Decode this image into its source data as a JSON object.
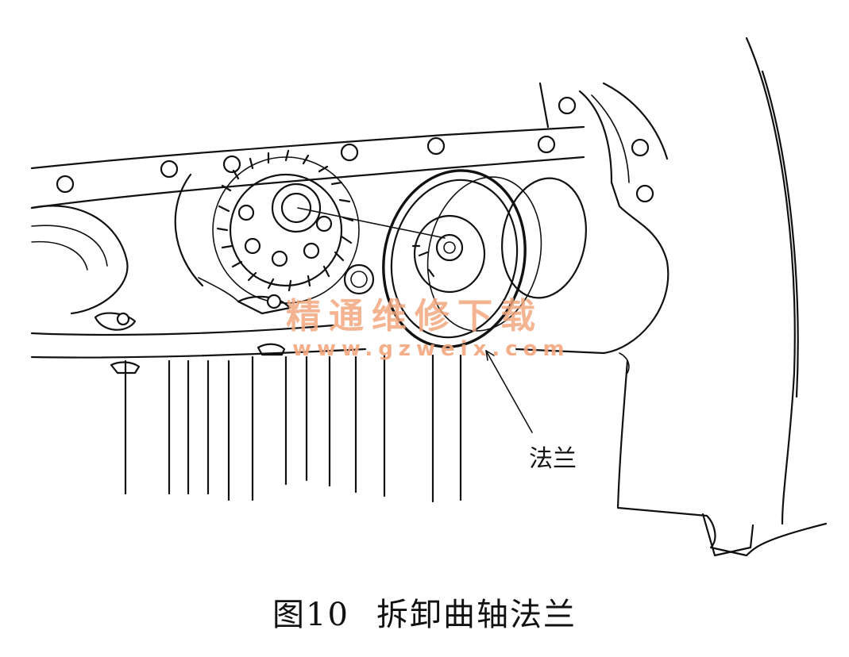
{
  "figure": {
    "callout_label": "法兰",
    "caption_number": "图10",
    "caption_title": "拆卸曲轴法兰"
  },
  "watermark": {
    "chinese": "精通维修下载",
    "url": "www.gzweix.com",
    "color": "#f3a77e"
  }
}
